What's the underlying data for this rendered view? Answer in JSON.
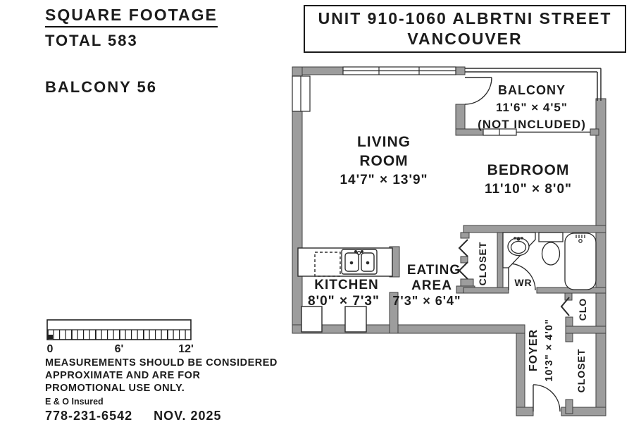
{
  "summary": {
    "square_footage_label": "SQUARE FOOTAGE",
    "total_label": "TOTAL 583",
    "balcony_label": "BALCONY 56"
  },
  "title_box": {
    "line1": "UNIT 910-1060 ALBRTNI STREET",
    "line2": "VANCOUVER"
  },
  "rooms": {
    "balcony": {
      "name": "BALCONY",
      "dims": "11'6\" × 4'5\"",
      "note": "(NOT INCLUDED)"
    },
    "living": {
      "name1": "LIVING",
      "name2": "ROOM",
      "dims": "14'7\" × 13'9\""
    },
    "bedroom": {
      "name": "BEDROOM",
      "dims": "11'10\" × 8'0\""
    },
    "kitchen": {
      "name": "KITCHEN",
      "dims": "8'0\" × 7'3\""
    },
    "eating": {
      "name1": "EATING",
      "name2": "AREA",
      "dims": "7'3\" × 6'4\""
    },
    "closet_hall": {
      "name": "CLOSET"
    },
    "wr": {
      "name": "WR"
    },
    "foyer": {
      "name": "FOYER",
      "dims": "10'3\" × 4'0\""
    },
    "clo": {
      "name": "CLO"
    },
    "closet_entry": {
      "name": "CLOSET"
    }
  },
  "scale_bar": {
    "start": "0",
    "mid": "6'",
    "end": "12'"
  },
  "footer": {
    "line1": "MEASUREMENTS SHOULD BE CONSIDERED",
    "line2": "APPROXIMATE AND ARE FOR",
    "line3": "PROMOTIONAL USE ONLY.",
    "line4": "E & O Insured",
    "phone": "778-231-6542",
    "date": "NOV. 2025"
  },
  "colors": {
    "wall_fill": "#9d9d9d",
    "wall_stroke": "#3f3f3f",
    "line": "#2b2b2b",
    "background": "#ffffff"
  }
}
